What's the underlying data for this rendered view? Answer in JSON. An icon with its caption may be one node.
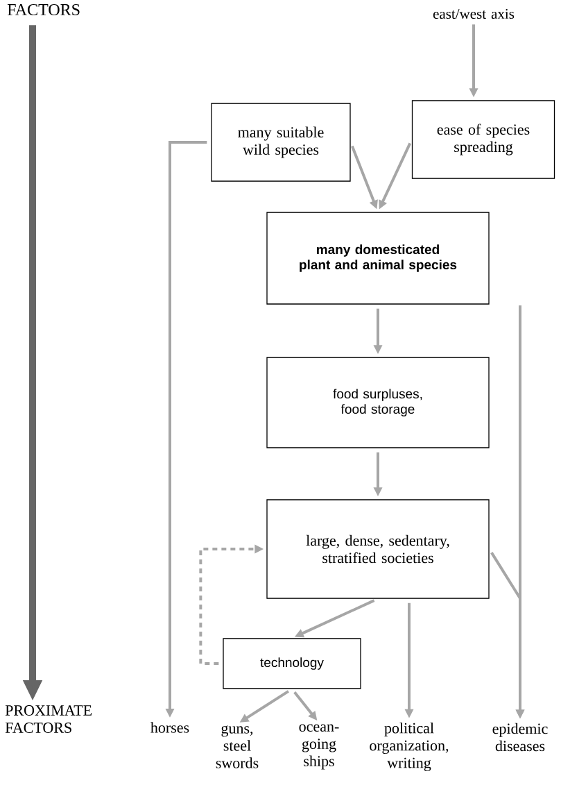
{
  "diagram": {
    "nodes": [
      {
        "text": [
          "FACTORS"
        ]
      },
      {
        "text": [
          "east/west axis"
        ]
      },
      {
        "text": [
          "many suitable wild species"
        ]
      },
      {
        "text": [
          "ease of species spreading"
        ]
      },
      {
        "text": [
          "many domesticated plant and animal species"
        ]
      },
      {
        "text": [
          "food surpluses, food storage"
        ]
      },
      {
        "text": [
          "large, dense, sedentary, stratified societies"
        ]
      },
      {
        "text": [
          "technology"
        ]
      },
      {
        "text": [
          "PROXIMATE FACTORS"
        ]
      },
      {
        "text": [
          "horses"
        ]
      },
      {
        "text": [
          "guns, steel swords"
        ]
      },
      {
        "text": [
          "ocean-going ships"
        ]
      },
      {
        "text": [
          "political organization, writing"
        ]
      },
      {
        "text": [
          "epidemic diseases"
        ]
      }
    ],
    "edges": [
      {
        "from": 0,
        "to": 8,
        "arrow": "to",
        "style": "thick",
        "color": "#666666"
      },
      {
        "from": 1,
        "to": 3,
        "arrow": "to"
      },
      {
        "from": 2,
        "to": 4,
        "arrow": "to"
      },
      {
        "from": 3,
        "to": 4,
        "arrow": "to"
      },
      {
        "from": 4,
        "to": 5,
        "arrow": "to"
      },
      {
        "from": 5,
        "to": 6,
        "arrow": "to"
      },
      {
        "from": 6,
        "to": 7,
        "arrow": "to"
      },
      {
        "from": 7,
        "to": 6,
        "arrow": "to",
        "style": "dashed"
      },
      {
        "from": 2,
        "to": 9,
        "arrow": "to"
      },
      {
        "from": 7,
        "to": 10,
        "arrow": "to"
      },
      {
        "from": 7,
        "to": 11,
        "arrow": "to"
      },
      {
        "from": 6,
        "to": 12,
        "arrow": "to"
      },
      {
        "from": 6,
        "to": 13,
        "arrow": "to"
      },
      {
        "from": null,
        "to": 13,
        "arrow": "to"
      }
    ]
  }
}
